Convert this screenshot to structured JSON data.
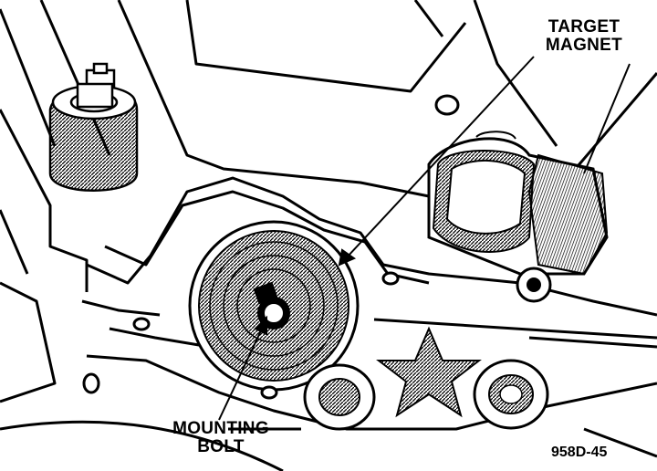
{
  "labels": {
    "target_magnet_line1": "TARGET",
    "target_magnet_line2": "MAGNET",
    "mounting_bolt_line1": "MOUNTING",
    "mounting_bolt_line2": "BOLT"
  },
  "figure_id": "958D-45",
  "colors": {
    "ink": "#000000",
    "paper": "#ffffff"
  }
}
